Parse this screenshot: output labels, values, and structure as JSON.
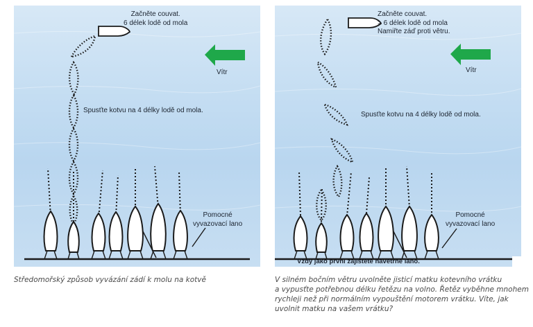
{
  "panels": [
    {
      "instruction_start": [
        "Začněte couvat.",
        "6 délek lodě od mola"
      ],
      "wind_label": "Vítr",
      "drop_anchor": "Spusťte kotvu na 4 délky lodě od mola.",
      "mooring_line": [
        "Pomocné",
        "vyvazovací lano"
      ],
      "caption_lines": [
        "Středomořský způsob vyvázání zádí k molu na kotvě"
      ]
    },
    {
      "instruction_start": [
        "Začněte couvat.",
        "> 6 délek lodě od mola",
        "Namiřte záď proti větru."
      ],
      "wind_label": "Vítr",
      "drop_anchor": "Spusťte kotvu na 4 délky lodě od mola.",
      "mooring_line": [
        "Pomocné",
        "vyvazovací lano"
      ],
      "bottom_note": "Vždy jako první zajistěte návětrné lano.",
      "caption_lines": [
        "V silném bočním větru uvolněte jisticí matku kotevního vrátku",
        "a vypusťte potřebnou délku řetězu na volno. Řetěz vyběhne mnohem",
        "rychleji než při normálním vypouštění motorem vrátku. Víte, jak",
        "uvolnit matku na vašem vrátku?"
      ]
    }
  ],
  "colors": {
    "water": "#c4ddf2",
    "wind_arrow": "#1fa84a",
    "hull": "#ffffff",
    "outline": "#1a1a1a",
    "caption": "#4a4a4a"
  }
}
